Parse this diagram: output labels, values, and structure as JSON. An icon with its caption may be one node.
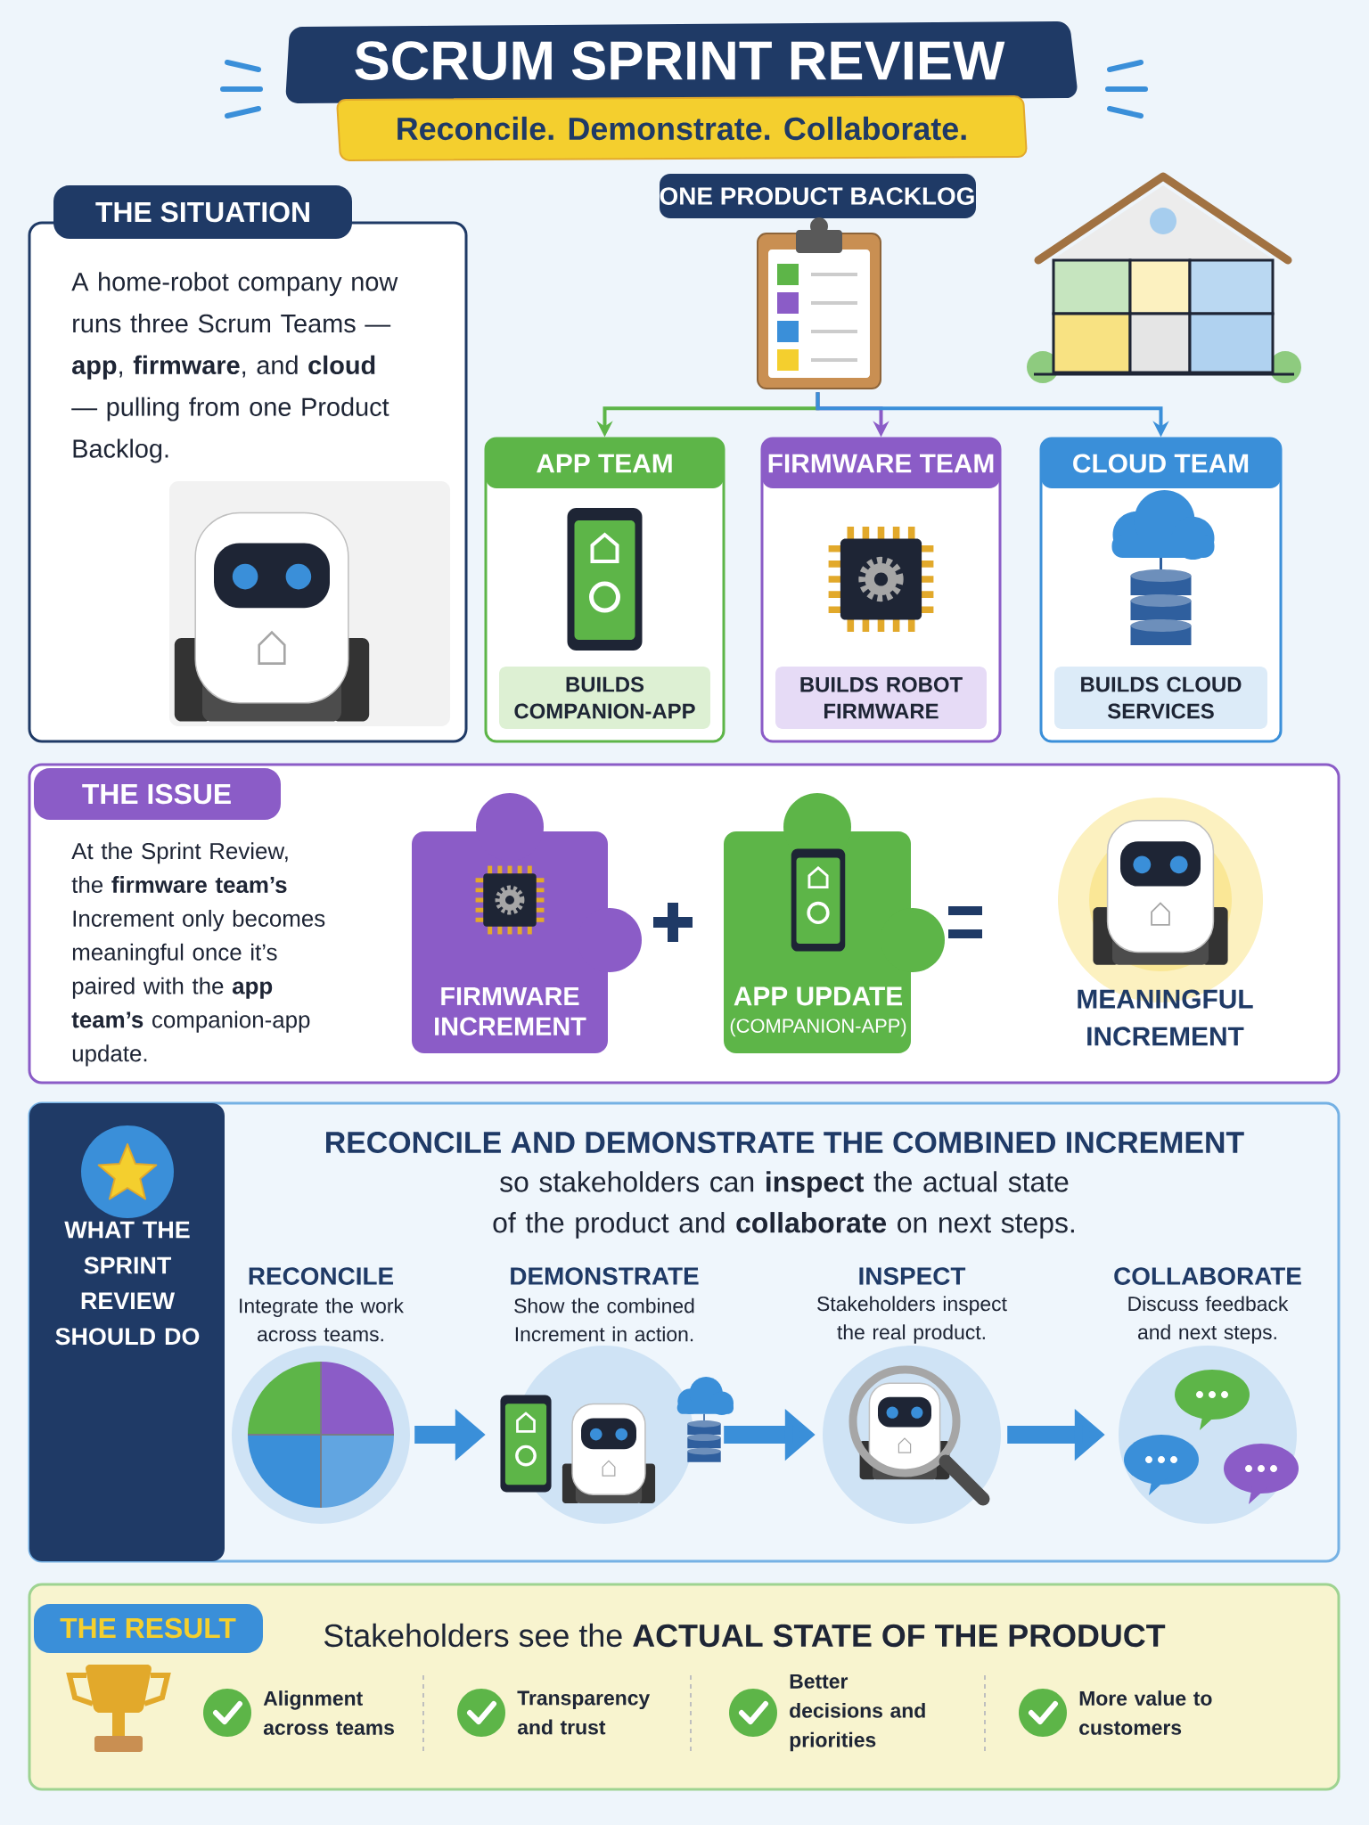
{
  "diagram": {
    "title": "SCRUM SPRINT REVIEW",
    "nodes": [
      {
        "text": [
          "THE SITUATION",
          "A home-robot company now runs three Scrum Teams — **app**, **firmware**, and **cloud** — pulling from one Product Backlog."
        ]
      },
      {
        "text": [
          "ONE PRODUCT BACKLOG"
        ]
      },
      {
        "text": [
          "APP TEAM",
          "BUILDS COMPANION-APP"
        ]
      },
      {
        "text": [
          "FIRMWARE TEAM",
          "BUILDS ROBOT FIRMWARE"
        ]
      },
      {
        "text": [
          "CLOUD TEAM",
          "BUILDS CLOUD SERVICES"
        ]
      },
      {
        "text": [
          "THE ISSUE",
          "At the Sprint Review, the **firmware team’s** Increment only becomes meaningful once it’s paired with the **app team’s** companion-app update."
        ]
      },
      {
        "text": [
          "FIRMWARE INCREMENT"
        ],
        "in": 5
      },
      {
        "text": [
          "APP UPDATE",
          "(COMPANION-APP)"
        ],
        "in": 5
      },
      {
        "text": [
          "MEANINGFUL INCREMENT"
        ],
        "in": 5
      },
      {
        "text": [
          "WHAT THE SPRINT REVIEW SHOULD DO",
          "RECONCILE AND DEMONSTRATE THE COMBINED INCREMENT",
          "so stakeholders can **inspect** the actual state of the product and **collaborate** on next steps."
        ]
      },
      {
        "text": [
          "RECONCILE",
          "Integrate the work across teams."
        ],
        "in": 9
      },
      {
        "text": [
          "DEMONSTRATE",
          "Show the combined Increment in action."
        ],
        "in": 9
      },
      {
        "text": [
          "INSPECT",
          "Stakeholders inspect the real product."
        ],
        "in": 9
      },
      {
        "text": [
          "COLLABORATE",
          "Discuss feedback and next steps."
        ],
        "in": 9
      },
      {
        "text": [
          "THE RESULT",
          "Stakeholders see the **ACTUAL STATE OF THE PRODUCT**"
        ]
      }
    ],
    "edges": [
      {
        "from": 1,
        "to": 2,
        "arrow": "to",
        "color": "#5db548"
      },
      {
        "from": 1,
        "to": 3,
        "arrow": "to",
        "color": "#8b5cc7"
      },
      {
        "from": 1,
        "to": 4,
        "arrow": "to",
        "color": "#3a8fd9"
      },
      {
        "from": 10,
        "to": 11,
        "arrow": "to",
        "style": "thick",
        "color": "#3a8fd9"
      },
      {
        "from": 11,
        "to": 12,
        "arrow": "to",
        "style": "thick",
        "color": "#3a8fd9"
      },
      {
        "from": 12,
        "to": 13,
        "arrow": "to",
        "style": "thick",
        "color": "#3a8fd9"
      }
    ],
    "labels": [
      "Reconcile. Demonstrate. Collaborate.",
      "Alignment across teams",
      "Transparency and trust",
      "Better decisions and priorities",
      "More value to customers"
    ]
  }
}
